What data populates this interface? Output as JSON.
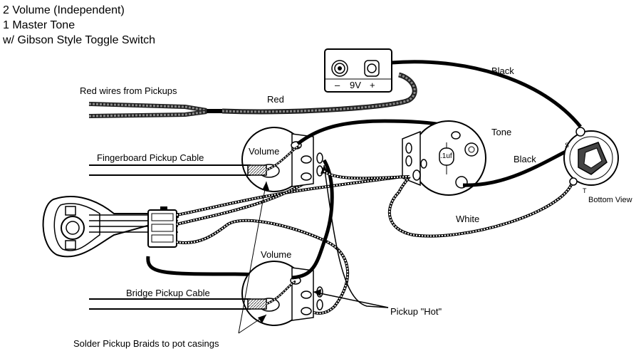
{
  "title": {
    "line1": "2 Volume (Independent)",
    "line2": "1 Master Tone",
    "line3": "w/ Gibson Style Toggle Switch"
  },
  "labels": {
    "red_wires_from_pickups": "Red wires from Pickups",
    "red": "Red",
    "black_top": "Black",
    "tone": "Tone",
    "black_mid": "Black",
    "white": "White",
    "bottom_view": "Bottom View",
    "fingerboard_pickup_cable": "Fingerboard Pickup Cable",
    "volume_top": "Volume",
    "volume_bottom": "Volume",
    "bridge_pickup_cable": "Bridge Pickup Cable",
    "pickup_hot": "Pickup \"Hot\"",
    "solder_braids": "Solder Pickup Braids to pot casings",
    "capacitor": ".1uf",
    "jack_sleeve": "S",
    "jack_tip": "T"
  },
  "battery_box": {
    "minus": "–",
    "voltage": "9V",
    "plus": "+"
  }
}
